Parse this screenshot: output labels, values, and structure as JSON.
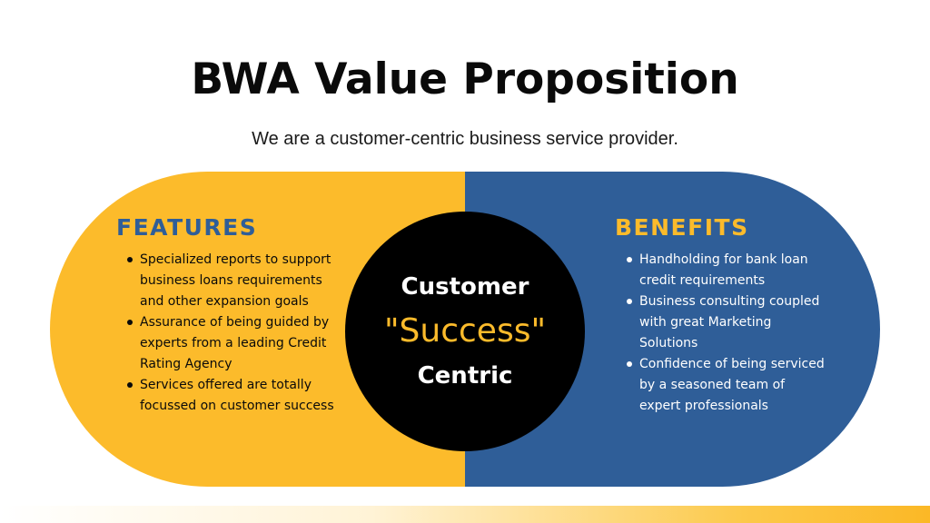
{
  "slide": {
    "title": "BWA Value Proposition",
    "subtitle": "We are a customer-centric business service provider."
  },
  "features": {
    "heading": "FEATURES",
    "items": [
      "Specialized reports to support business loans requirements and other expansion goals",
      "Assurance of being guided by experts from a leading Credit Rating Agency",
      "Services offered are totally focussed on customer success"
    ]
  },
  "benefits": {
    "heading": "BENEFITS",
    "items": [
      "Handholding for bank loan credit requirements",
      "Business consulting coupled with great Marketing Solutions",
      "Confidence of being serviced by a seasoned team of expert professionals"
    ]
  },
  "center": {
    "line1": "Customer",
    "line2": "\"Success\"",
    "line3": "Centric"
  },
  "colors": {
    "yellow": "#fcbb2b",
    "blue": "#2f5e98",
    "black": "#000000"
  }
}
